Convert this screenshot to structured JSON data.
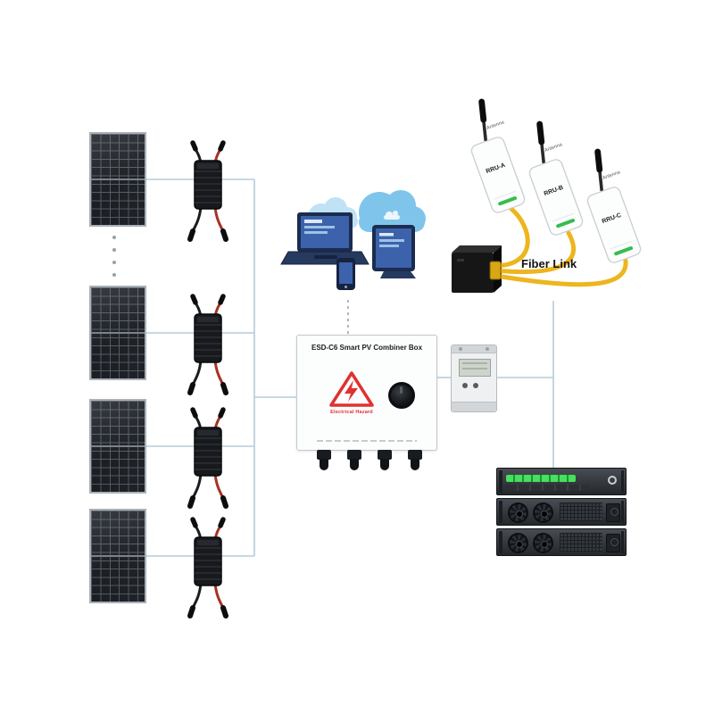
{
  "palette": {
    "connection_line": "#b3cdd9",
    "fiber_cable_yellow": "#edb51e",
    "warning_red": "#e03131",
    "rru_accent_green": "#36bd4f",
    "led_green": "#45e05c",
    "cloud_blue": "#7fc5eb",
    "screen_blue": "#3b62aa"
  },
  "pv_array": {
    "panel_count": 4,
    "optimizer_count": 4
  },
  "combiner_box": {
    "title": "ESD-C6 Smart PV Combiner Box",
    "warning_label": "Electrical Hazard"
  },
  "fiber_link": {
    "label": "Fiber Link"
  },
  "rrus": [
    {
      "label": "RRU-A",
      "antenna_label": "Antenna"
    },
    {
      "label": "RRU-B",
      "antenna_label": "Antenna"
    },
    {
      "label": "RRU-C",
      "antenna_label": "Antenna"
    }
  ],
  "server_rack": {
    "unit_count": 3
  }
}
